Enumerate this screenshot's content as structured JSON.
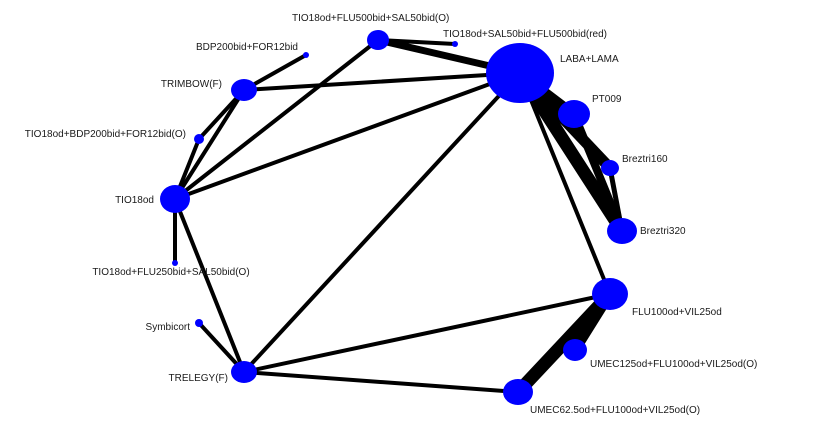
{
  "colors": {
    "node": "#0000ff",
    "edge": "#000000",
    "background": "#ffffff"
  },
  "nodes": [
    {
      "id": "laba_lama",
      "label": "LABA+LAMA"
    },
    {
      "id": "pt009",
      "label": "PT009"
    },
    {
      "id": "breztri160",
      "label": "Breztri160"
    },
    {
      "id": "breztri320",
      "label": "Breztri320"
    },
    {
      "id": "flu100_vil25",
      "label": "FLU100od+VIL25od"
    },
    {
      "id": "umec125",
      "label": "UMEC125od+FLU100od+VIL25od(O)"
    },
    {
      "id": "umec62",
      "label": "UMEC62.5od+FLU100od+VIL25od(O)"
    },
    {
      "id": "trelegy",
      "label": "TRELEGY(F)"
    },
    {
      "id": "symbicort",
      "label": "Symbicort"
    },
    {
      "id": "tio_flu250",
      "label": "TIO18od+FLU250bid+SAL50bid(O)"
    },
    {
      "id": "tio18",
      "label": "TIO18od"
    },
    {
      "id": "tio_bdp",
      "label": "TIO18od+BDP200bid+FOR12bid(O)"
    },
    {
      "id": "trimbow",
      "label": "TRIMBOW(F)"
    },
    {
      "id": "bdp_for",
      "label": "BDP200bid+FOR12bid"
    },
    {
      "id": "tio_flu500",
      "label": "TIO18od+FLU500bid+SAL50bid(O)"
    },
    {
      "id": "tio_sal_red",
      "label": "TIO18od+SAL50bid+FLU500bid(red)"
    }
  ],
  "edges": [
    {
      "from": "tio_flu500",
      "to": "laba_lama"
    },
    {
      "from": "tio_flu500",
      "to": "tio_sal_red"
    },
    {
      "from": "tio_flu500",
      "to": "tio18"
    },
    {
      "from": "laba_lama",
      "to": "pt009"
    },
    {
      "from": "laba_lama",
      "to": "breztri160"
    },
    {
      "from": "laba_lama",
      "to": "breztri320"
    },
    {
      "from": "laba_lama",
      "to": "flu100_vil25"
    },
    {
      "from": "laba_lama",
      "to": "trimbow"
    },
    {
      "from": "laba_lama",
      "to": "tio18"
    },
    {
      "from": "laba_lama",
      "to": "trelegy"
    },
    {
      "from": "pt009",
      "to": "breztri320"
    },
    {
      "from": "breztri160",
      "to": "breztri320"
    },
    {
      "from": "flu100_vil25",
      "to": "umec125"
    },
    {
      "from": "flu100_vil25",
      "to": "umec62"
    },
    {
      "from": "flu100_vil25",
      "to": "trelegy"
    },
    {
      "from": "umec62",
      "to": "trelegy"
    },
    {
      "from": "trelegy",
      "to": "symbicort"
    },
    {
      "from": "trelegy",
      "to": "tio18"
    },
    {
      "from": "tio18",
      "to": "tio_flu250"
    },
    {
      "from": "tio18",
      "to": "tio_bdp"
    },
    {
      "from": "tio18",
      "to": "trimbow"
    },
    {
      "from": "trimbow",
      "to": "bdp_for"
    },
    {
      "from": "trimbow",
      "to": "tio_bdp"
    }
  ]
}
